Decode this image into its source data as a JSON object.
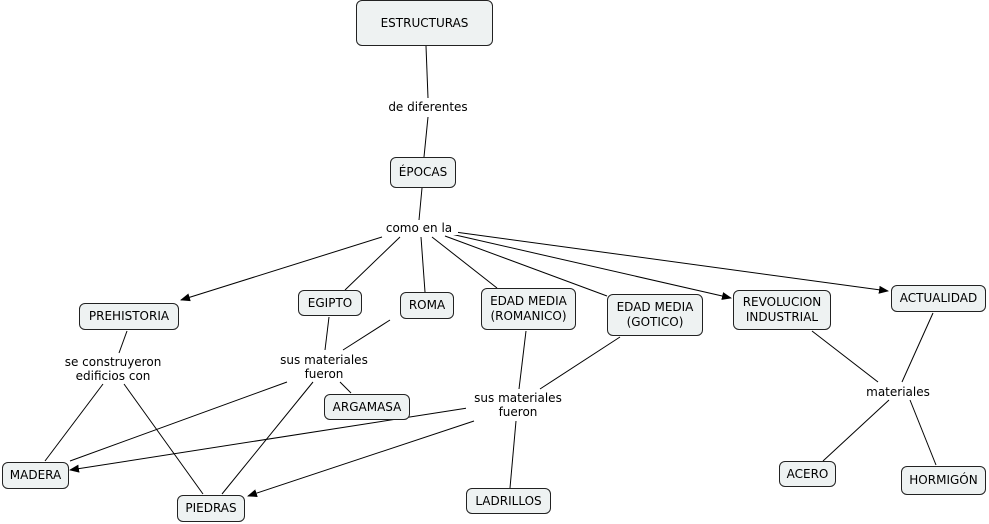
{
  "concepts": {
    "estructuras": "ESTRUCTURAS",
    "epocas": "ÉPOCAS",
    "prehistoria": "PREHISTORIA",
    "egipto": "EGIPTO",
    "roma": "ROMA",
    "edad_media_romanico": "EDAD MEDIA\n(ROMANICO)",
    "edad_media_gotico": "EDAD MEDIA\n(GOTICO)",
    "revolucion_industrial": "REVOLUCION\nINDUSTRIAL",
    "actualidad": "ACTUALIDAD",
    "argamasa": "ARGAMASA",
    "madera": "MADERA",
    "piedras": "PIEDRAS",
    "ladrillos": "LADRILLOS",
    "acero": "ACERO",
    "hormigon": "HORMIGÓN"
  },
  "linking_phrases": {
    "de_diferentes": "de diferentes",
    "como_en_la": "como en la",
    "se_construyeron": "se construyeron\nedificios con",
    "sus_materiales_1": "sus materiales\nfueron",
    "sus_materiales_2": "sus materiales\nfueron",
    "materiales": "materiales"
  },
  "colors": {
    "node_fill": "#eef2f2",
    "stroke": "#222222"
  }
}
